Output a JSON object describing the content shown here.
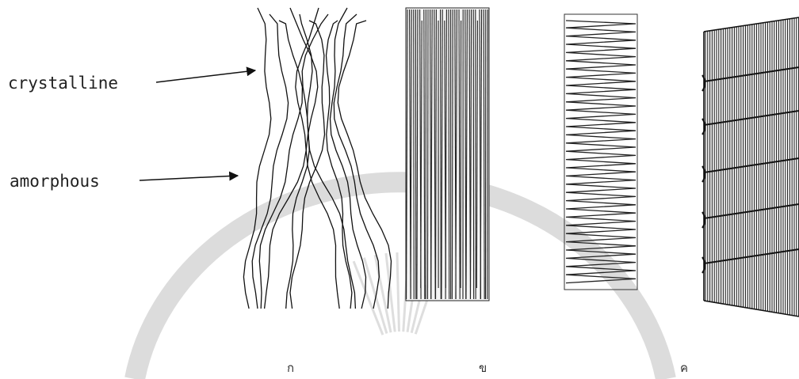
{
  "labels": {
    "crystalline": "crystalline",
    "amorphous": "amorphous"
  },
  "panel_captions": [
    "ก",
    "ข",
    "ค"
  ],
  "colors": {
    "ink": "#111111",
    "watermark": "#dcdcdc"
  }
}
